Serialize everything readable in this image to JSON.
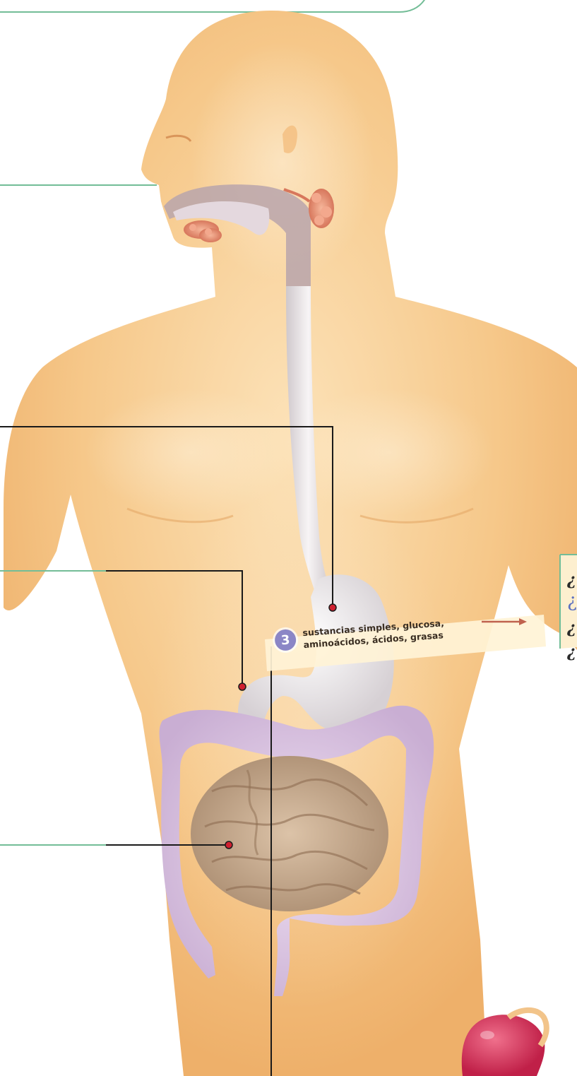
{
  "step_badge": "3",
  "absorbed_substances": {
    "line1": "sustancias simples, glucosa,",
    "line2": "aminoácidos, ácidos, grasas"
  },
  "side_panel_glyphs": [
    "¿",
    "¿",
    "¿",
    "¿"
  ]
}
